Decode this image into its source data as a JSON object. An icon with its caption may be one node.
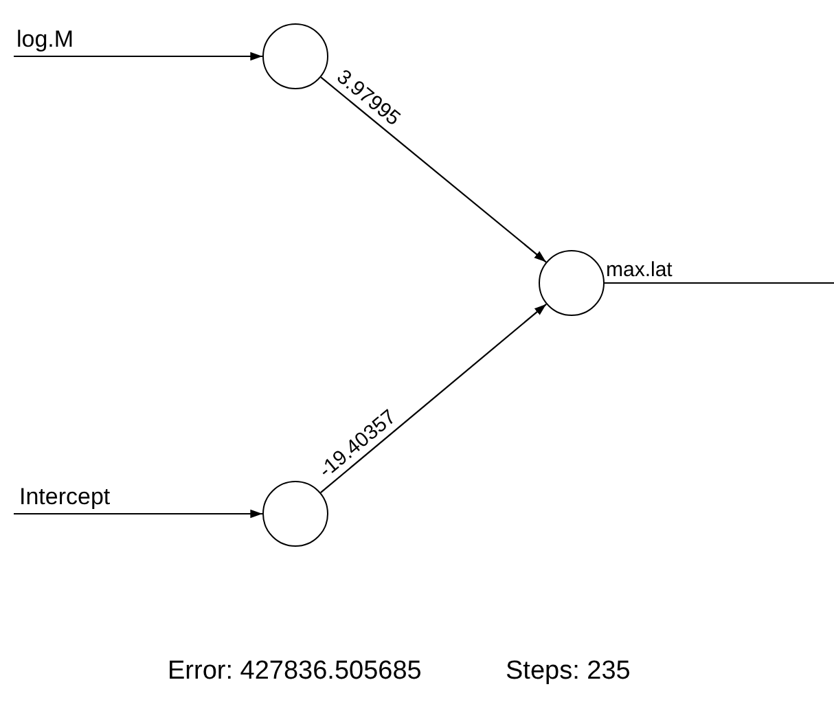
{
  "diagram": {
    "nodes": [
      {
        "text": [
          "log.M"
        ]
      },
      {
        "text": [],
        "shape": "circle"
      },
      {
        "text": [],
        "shape": "circle"
      },
      {
        "text": [
          "Intercept"
        ]
      },
      {
        "text": [],
        "shape": "circle"
      }
    ],
    "edges": [
      {
        "from": 0,
        "to": 1,
        "arrow": "to"
      },
      {
        "from": 1,
        "to": 2,
        "arrow": "to",
        "label": "3.97995"
      },
      {
        "from": 3,
        "to": 4,
        "arrow": "to"
      },
      {
        "from": 4,
        "to": 2,
        "arrow": "to",
        "label": "-19.40357"
      },
      {
        "from": 2,
        "to": null,
        "arrow": "none",
        "label": "max.lat"
      }
    ],
    "labels": [
      "Error: 427836.505685",
      "Steps: 235"
    ]
  }
}
